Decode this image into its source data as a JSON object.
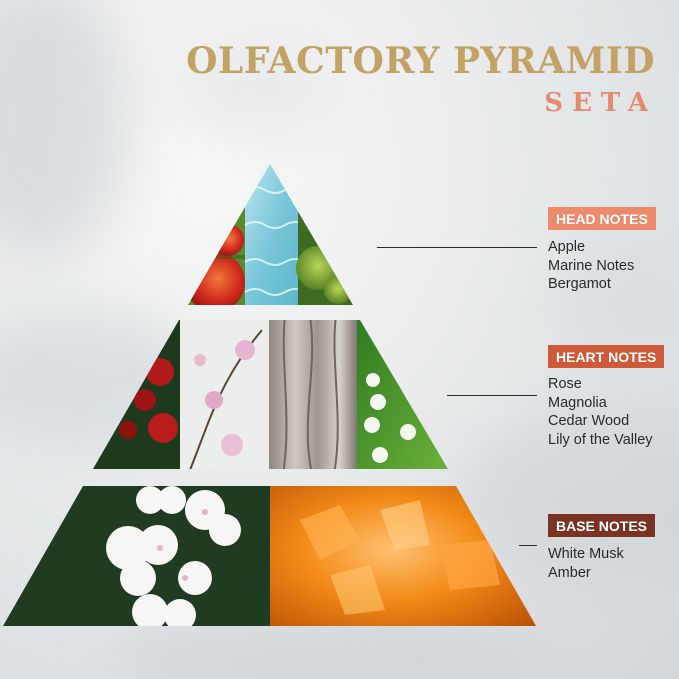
{
  "title": "OLFACTORY PYRAMID",
  "subtitle": "SETA",
  "colors": {
    "title": "#c2a265",
    "subtitle": "#e58a6c",
    "head_badge": "#ee8a6c",
    "heart_badge": "#cf5a3a",
    "base_badge": "#7a3322"
  },
  "sections": [
    {
      "label": "HEAD NOTES",
      "notes": [
        "Apple",
        "Marine Notes",
        "Bergamot"
      ],
      "images": [
        "apple",
        "water",
        "bergamot"
      ]
    },
    {
      "label": "HEART NOTES",
      "notes": [
        "Rose",
        "Magnolia",
        "Cedar Wood",
        "Lily of the Valley"
      ],
      "images": [
        "rose",
        "magnolia",
        "cedar-bark",
        "lily-of-the-valley"
      ]
    },
    {
      "label": "BASE NOTES",
      "notes": [
        "White Musk",
        "Amber"
      ],
      "images": [
        "white-flowers",
        "amber"
      ]
    }
  ]
}
